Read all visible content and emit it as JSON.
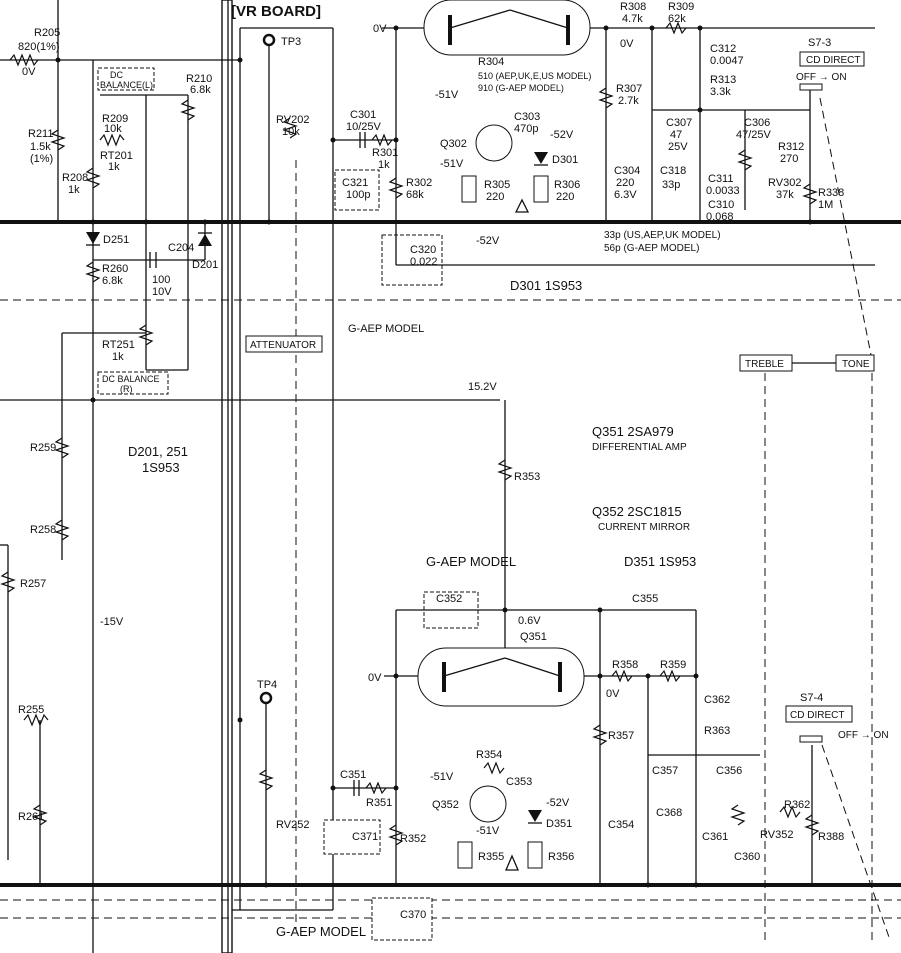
{
  "board": {
    "title": "[VR BOARD]",
    "attenuator": "ATTENUATOR",
    "treble": "TREBLE",
    "tone": "TONE"
  },
  "voltages": {
    "v0_a": "0V",
    "v0_b": "0V",
    "v0_c": "0V",
    "v0_d": "0V",
    "v0_e": "0V",
    "m51_a": "-51V",
    "m51_b": "-51V",
    "m51_c": "-51V",
    "m51_d": "-51V",
    "m52_a": "-52V",
    "m52_b": "-52V",
    "m52_c": "-52V",
    "v152": "15.2V",
    "m15": "-15V",
    "v06": "0.6V"
  },
  "notes": {
    "g_aep_model_1": "G-AEP MODEL",
    "g_aep_model_2": "G-AEP MODEL",
    "g_aep_model_3": "G-AEP MODEL",
    "d301": "D301  1S953",
    "d201_251_a": "D201, 251",
    "d201_251_b": "1S953",
    "q351": "Q351  2SA979",
    "q351_desc": "DIFFERENTIAL AMP",
    "q352": "Q352  2SC1815",
    "q352_desc": "CURRENT MIRROR",
    "d351": "D351  1S953",
    "c318_note_a": "33p (US,AEP,UK MODEL)",
    "c318_note_b": "56p (G-AEP MODEL)",
    "dc_balance_l_a": "DC",
    "dc_balance_l_b": "BALANCE(L)",
    "dc_balance_r_a": "DC BALANCE",
    "dc_balance_r_b": "(R)"
  },
  "switches": {
    "s73": "S7-3",
    "s73_label": "CD DIRECT",
    "s73_state": "OFF → ON",
    "s74": "S7-4",
    "s74_label": "CD DIRECT",
    "s74_state": "OFF → ON"
  },
  "testpoints": {
    "tp3": "TP3",
    "tp4": "TP4"
  },
  "components": {
    "r205": "R205",
    "r205v": "820(1%)",
    "r211": "R211",
    "r211v": "1.5k",
    "r211t": "(1%)",
    "r209": "R209",
    "r209v": "10k",
    "rt201": "RT201",
    "rt201v": "1k",
    "r210": "R210",
    "r210v": "6.8k",
    "r208": "R208",
    "r208v": "1k",
    "d251": "D251",
    "d201": "D201",
    "r260": "R260",
    "r260v": "6.8k",
    "c204": "C204",
    "c204v": "100",
    "c204v2": "10V",
    "rt251": "RT251",
    "rt251v": "1k",
    "r259": "R259",
    "r258": "R258",
    "r257": "R257",
    "r255": "R255",
    "r261": "R261",
    "rv202": "RV202",
    "rv202v": "10k",
    "c301": "C301",
    "c301v": "10/25V",
    "r301": "R301",
    "r301v": "1k",
    "c321": "C321",
    "c321v": "100p",
    "r302": "R302",
    "r302v": "68k",
    "c320": "C320",
    "c320v": "0.022",
    "r304": "R304",
    "r304v1": "510 (AEP,UK,E,US MODEL)",
    "r304v2": "910 (G-AEP MODEL)",
    "c303": "C303",
    "c303v": "470p",
    "q302": "Q302",
    "d301": "D301",
    "r305": "R305",
    "r305v": "220",
    "r306": "R306",
    "r306v": "220",
    "r308": "R308",
    "r308v": "4.7k",
    "r309": "R309",
    "r309v": "62k",
    "c312": "C312",
    "c312v": "0.0047",
    "r313": "R313",
    "r313v": "3.3k",
    "r307": "R307",
    "r307v": "2.7k",
    "c307": "C307",
    "c307v": "47",
    "c307v2": "25V",
    "c306": "C306",
    "c306v": "47/25V",
    "c304": "C304",
    "c304v": "220",
    "c304v2": "6.3V",
    "c318": "C318",
    "c318v": "33p",
    "c311": "C311",
    "c311v": "0.0033",
    "c310": "C310",
    "c310v": "0.068",
    "r312": "R312",
    "r312v": "270",
    "rv302": "RV302",
    "rv302v": "37k",
    "r338": "R338",
    "r338v": "1M",
    "r353": "R353",
    "c352": "C352",
    "c355": "C355",
    "q351": "Q351",
    "r358": "R358",
    "r359": "R359",
    "c362": "C362",
    "r363": "R363",
    "r357": "R357",
    "c357": "C357",
    "c356": "C356",
    "r354": "R354",
    "c353": "C353",
    "q352": "Q352",
    "d351": "D351",
    "r355": "R355",
    "r356": "R356",
    "c354": "C354",
    "c368": "C368",
    "c361": "C361",
    "c360": "C360",
    "rv352": "RV352",
    "r362": "R362",
    "r388": "R388",
    "c351": "C351",
    "r351": "R351",
    "c371": "C371",
    "r352": "R352",
    "c370": "C370",
    "rv252": "RV252"
  }
}
